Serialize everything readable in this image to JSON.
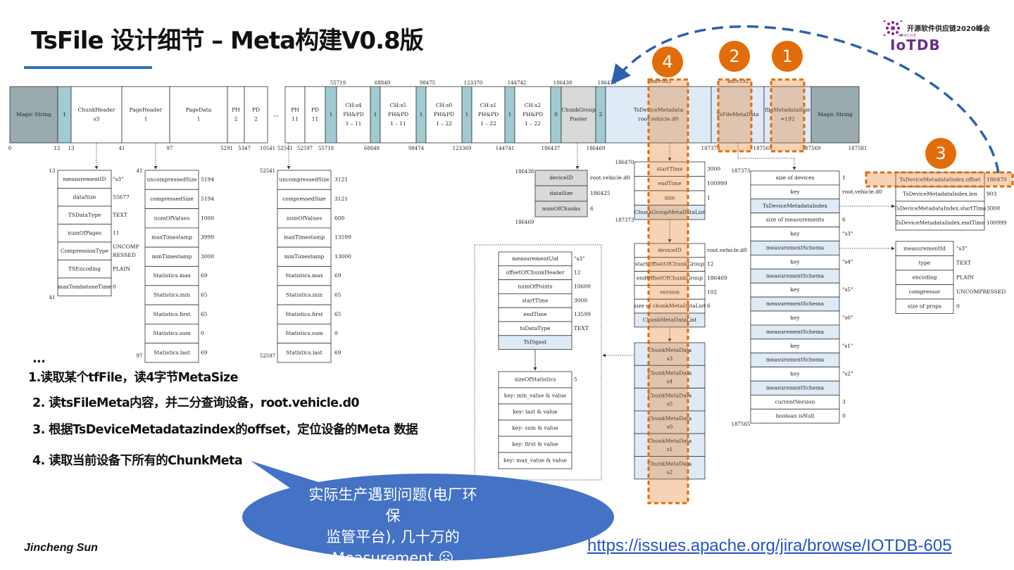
{
  "title": "TsFile 设计细节 – Meta构建V0.8版",
  "logo": {
    "text": "开源软件供应链2020峰会",
    "apache": "APACHE",
    "name": "IoTDB"
  },
  "badges": [
    "4",
    "2",
    "1",
    "3"
  ],
  "colors": {
    "accent": "#2e75b6",
    "highlight": "#e36c0a",
    "teal": "#a0cbd0",
    "gray": "#9aabb0",
    "light_blue": "#deebf7",
    "bubble": "#4472c4"
  },
  "file_bar": {
    "cells": [
      "Magic String",
      "1",
      "ChunkHeader",
      "s3",
      "PageHeader",
      "1",
      "PageData",
      "1",
      "PH",
      "2",
      "PD",
      "2",
      "...",
      "PH",
      "11",
      "PD",
      "11",
      "1",
      "CH:s4",
      "PH&PD",
      "1 – 11",
      "1",
      "CH:s5",
      "PH&PD",
      "1 – 11",
      "1",
      "CH:s0",
      "PH&PD",
      "1 – 22",
      "1",
      "CH:s1",
      "PH&PD",
      "1 – 22",
      "1",
      "CH:s2",
      "PH&PD",
      "1 – 22",
      "0",
      "ChunkGroup",
      "Footer",
      "2",
      "TsDeviceMetadata",
      "root.vehicle.d0",
      "TsFileMetaData",
      "len=192",
      "fileMetadataSize",
      "=192",
      "Magic String",
      "len=903"
    ],
    "offsets_top": [
      "55719",
      "68849",
      "98475",
      "123370",
      "144742",
      "186438",
      "186470"
    ],
    "offsets_bottom": [
      "0",
      "12",
      "13",
      "41",
      "97",
      "5291",
      "5347",
      "10541",
      "52541",
      "52597",
      "55718",
      "68848",
      "98474",
      "123369",
      "144741",
      "186437",
      "186469",
      "187373",
      "187565",
      "187569",
      "187581"
    ]
  },
  "chunk_header": {
    "start": "13",
    "end": "41",
    "rows": [
      [
        "measurementID",
        "\"s3\""
      ],
      [
        "dataSize",
        "55677"
      ],
      [
        "TSDataType",
        "TEXT"
      ],
      [
        "numOfPages",
        "11"
      ],
      [
        "CompressionType",
        "UNCOMP",
        "RESSED"
      ],
      [
        "TSEncoding",
        "PLAIN"
      ],
      [
        "maxTombstoneTime",
        "0"
      ]
    ]
  },
  "page_header_1": {
    "start": "41",
    "end": "97",
    "rows": [
      [
        "uncompressedSize",
        "5194"
      ],
      [
        "compressedSize",
        "5194"
      ],
      [
        "numOfValues",
        "1000"
      ],
      [
        "maxTimestamp",
        "3999"
      ],
      [
        "minTimestamp",
        "3000"
      ],
      [
        "Statistics.max",
        "69"
      ],
      [
        "Statistics.min",
        "65"
      ],
      [
        "Statistics.first",
        "65"
      ],
      [
        "Statistics.sum",
        "0"
      ],
      [
        "Statistics.last",
        "69"
      ]
    ]
  },
  "page_header_2": {
    "start": "52541",
    "end": "52597",
    "rows": [
      [
        "uncompressedSize",
        "3121"
      ],
      [
        "compressedSize",
        "3121"
      ],
      [
        "numOfValues",
        "600"
      ],
      [
        "maxTimestamp",
        "13599"
      ],
      [
        "minTimestamp",
        "13000"
      ],
      [
        "Statistics.max",
        "69"
      ],
      [
        "Statistics.min",
        "65"
      ],
      [
        "Statistics.first",
        "65"
      ],
      [
        "Statistics.sum",
        "0"
      ],
      [
        "Statistics.last",
        "69"
      ]
    ]
  },
  "chunk_group_footer": {
    "start": "186438",
    "end": "186469",
    "rows": [
      [
        "deviceID",
        "root.vehicle.d0"
      ],
      [
        "dataSize",
        "186425"
      ],
      [
        "numOfChunks",
        "6"
      ]
    ]
  },
  "chunk_meta_detail": {
    "rows": [
      [
        "measurementUid",
        "\"s3\""
      ],
      [
        "offsetOfChunkHeader",
        "12"
      ],
      [
        "numOfPoints",
        "10600"
      ],
      [
        "startTime",
        "3000"
      ],
      [
        "endTime",
        "13599"
      ],
      [
        "tsDataType",
        "TEXT"
      ],
      [
        "TsDigest",
        ""
      ]
    ],
    "digest": [
      [
        "sizeOfStatistics",
        "5"
      ],
      [
        "key: min_value & value",
        ""
      ],
      [
        "key: last & value",
        ""
      ],
      [
        "key: sum & value",
        ""
      ],
      [
        "key: first & value",
        ""
      ],
      [
        "key: max_value & value",
        ""
      ]
    ]
  },
  "device_meta": {
    "start": "186470",
    "end": "187373",
    "time_rows": [
      [
        "startTime",
        "3000"
      ],
      [
        "endTime",
        "100999"
      ],
      [
        "size",
        "1"
      ],
      [
        "ChunkGroupMetaDataList",
        ""
      ]
    ],
    "group_rows": [
      [
        "deviceID",
        "root.vehicle.d0"
      ],
      [
        "startOffsetOfChunkGroup",
        "12"
      ],
      [
        "endOffsetOfChunkGroup",
        "186469"
      ],
      [
        "version",
        "102"
      ],
      [
        "size of chunkMetaDataList",
        "6"
      ],
      [
        "ChunkMetaDataList",
        ""
      ]
    ],
    "chunks": [
      [
        "ChunkMetaData",
        "s3"
      ],
      [
        "ChunkMetaData",
        "s4"
      ],
      [
        "ChunkMetaData",
        "s5"
      ],
      [
        "ChunkMetaData",
        "s0"
      ],
      [
        "ChunkMetaData",
        "s1"
      ],
      [
        "ChunkMetaData",
        "s2"
      ]
    ]
  },
  "file_meta": {
    "start": "187373",
    "end": "187565",
    "rows": [
      [
        "size of devices",
        "1"
      ],
      [
        "key",
        "root.vehicle.d0"
      ],
      [
        "TsDeviceMetadataIndex",
        ""
      ],
      [
        "size of measurements",
        "6"
      ],
      [
        "key",
        "\"s3\""
      ],
      [
        "measurementSchema",
        ""
      ],
      [
        "key",
        "\"s4\""
      ],
      [
        "measurementSchema",
        ""
      ],
      [
        "key",
        "\"s5\""
      ],
      [
        "measurementSchema",
        ""
      ],
      [
        "key",
        "\"s0\""
      ],
      [
        "measurementSchema",
        ""
      ],
      [
        "key",
        "\"s1\""
      ],
      [
        "measurementSchema",
        ""
      ],
      [
        "key",
        "\"s2\""
      ],
      [
        "measurementSchema",
        ""
      ],
      [
        "currentVersion",
        "3"
      ],
      [
        "boolean isNull",
        "0"
      ]
    ]
  },
  "device_index": {
    "rows": [
      [
        "TsDeviceMetadataIndex.offset",
        "186470"
      ],
      [
        "TsDeviceMetadataIndex.len",
        "903"
      ],
      [
        "TsDeviceMetadataIndex.startTime",
        "3000"
      ],
      [
        "TsDeviceMetadataIndex.endTime",
        "100999"
      ]
    ]
  },
  "schema": {
    "rows": [
      [
        "measurementId",
        "\"s3\""
      ],
      [
        "type",
        "TEXT"
      ],
      [
        "encoding",
        "PLAIN"
      ],
      [
        "compressor",
        "UNCOMPRESSED"
      ],
      [
        "size of props",
        "0"
      ]
    ]
  },
  "steps": [
    "...",
    "1.读取某个tfFile，读4字节MetaSize",
    "2. 读tsFileMeta内容，并二分查询设备，root.vehicle.d0",
    "3. 根据TsDeviceMetadatazindex的offset，定位设备的Meta 数据",
    "4. 读取当前设备下所有的ChunkMeta"
  ],
  "bubble_lines": [
    "实际生产遇到问题(电厂环保",
    "监管平台), 几十万的",
    "Measurement ☹"
  ],
  "author": "Jincheng Sun",
  "link": "https://issues.apache.org/jira/browse/IOTDB-605"
}
